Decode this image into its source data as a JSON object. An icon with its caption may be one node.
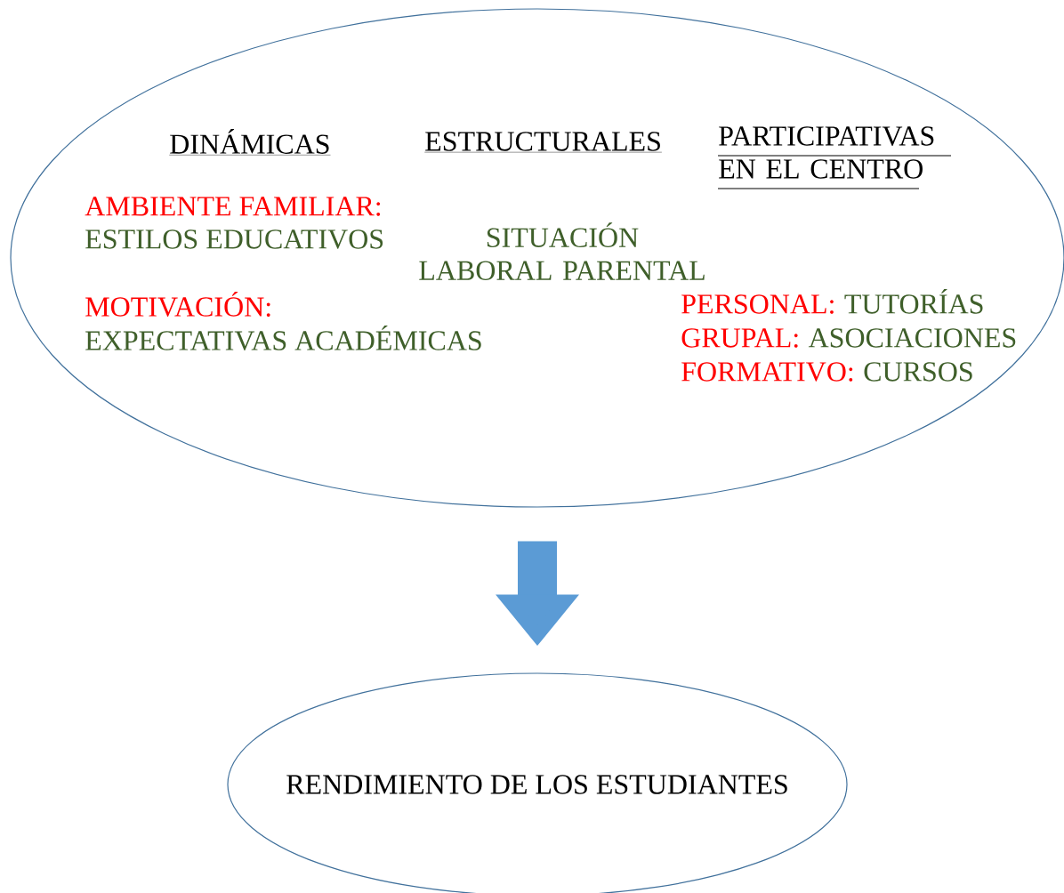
{
  "diagram": {
    "nodes": [
      {
        "text": [
          "DINÁMICAS",
          "ESTRUCTURALES",
          "PARTICIPATIVAS EN EL CENTRO",
          "AMBIENTE FAMILIAR:",
          "ESTILOS EDUCATIVOS",
          "SITUACIÓN LABORAL PARENTAL",
          "MOTIVACIÓN:",
          "EXPECTATIVAS ACADÉMICAS",
          "PERSONAL:",
          "TUTORÍAS",
          "GRUPAL:",
          "ASOCIACIONES",
          "FORMATIVO:",
          "CURSOS"
        ]
      },
      {
        "text": [
          "RENDIMIENTO DE LOS ESTUDIANTES"
        ]
      }
    ],
    "edges": [
      {
        "from": 0,
        "to": 1,
        "arrow": "to"
      }
    ]
  }
}
